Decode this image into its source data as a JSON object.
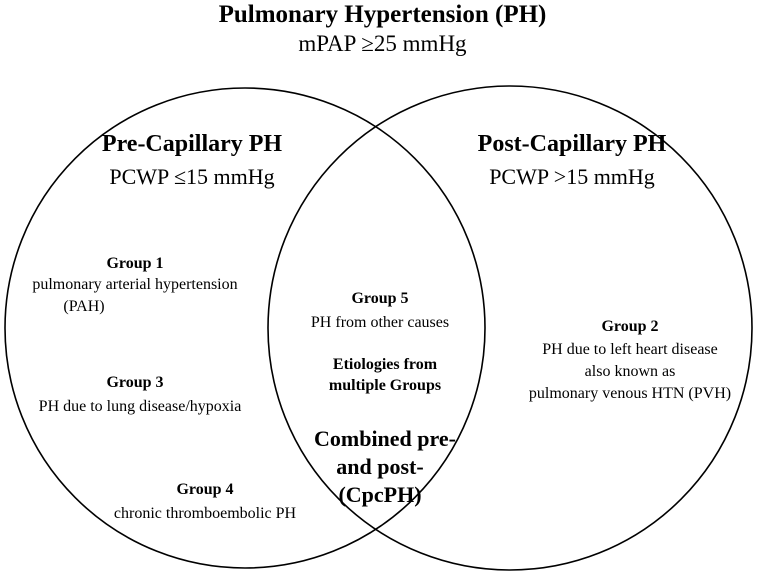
{
  "title": "Pulmonary Hypertension (PH)",
  "subtitle": "mPAP ≥25 mmHg",
  "left_set": {
    "heading": "Pre-Capillary PH",
    "criterion": "PCWP ≤15 mmHg"
  },
  "right_set": {
    "heading": "Post-Capillary PH",
    "criterion": "PCWP >15 mmHg"
  },
  "left_groups": [
    {
      "label": "Group 1",
      "desc_lines": [
        "pulmonary arterial hypertension",
        "(PAH)"
      ]
    },
    {
      "label": "Group 3",
      "desc_lines": [
        "PH due to lung disease/hypoxia"
      ]
    },
    {
      "label": "Group 4",
      "desc_lines": [
        "chronic thromboembolic PH"
      ]
    }
  ],
  "center": {
    "group": {
      "label": "Group 5",
      "desc_lines": [
        "PH from other causes"
      ]
    },
    "etiologies_lines": [
      "Etiologies from",
      "multiple Groups"
    ],
    "combined_lines": [
      "Combined pre-",
      "and post-",
      "(CpcPH)"
    ]
  },
  "right_groups": [
    {
      "label": "Group 2",
      "desc_lines": [
        "PH due to left heart disease",
        "also known as",
        "pulmonary venous HTN (PVH)"
      ]
    }
  ]
}
